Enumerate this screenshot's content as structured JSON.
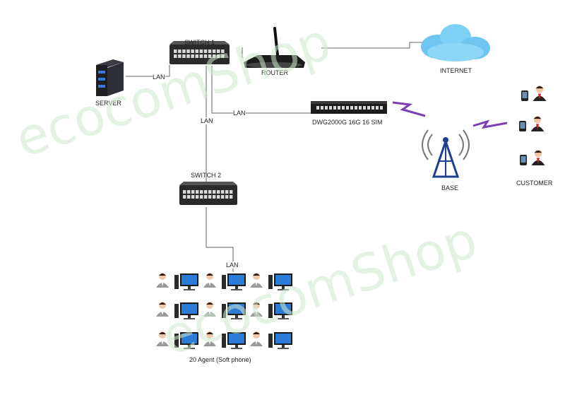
{
  "labels": {
    "switch1": "SWITCH 1",
    "router": "ROUTER",
    "internet": "INTERNET",
    "server": "SERVER",
    "lan_server": "LAN",
    "lan_gateway": "LAN",
    "lan_switch2": "LAN",
    "lan_agents": "LAN",
    "gateway": "DWG2000G 16G  16 SIM",
    "base": "BASE",
    "customer": "CUSTOMER",
    "switch2": "SWITCH 2",
    "agents": "20 Agent  (Soft phone)"
  },
  "watermark": "ecocomShop",
  "colors": {
    "line": "#666666",
    "switch_body": "#2a2a2a",
    "cloud": "#6ec6f0",
    "wireless": "#7b3fb5",
    "tower": "#1c3f8f",
    "monitor_screen": "#2c7bd6"
  }
}
